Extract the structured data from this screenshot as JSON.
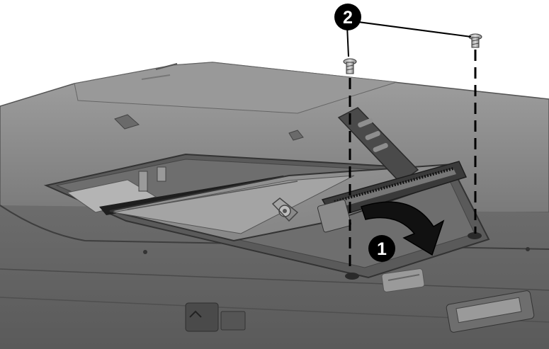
{
  "figure": {
    "callouts": [
      {
        "id": "1",
        "label": "1"
      },
      {
        "id": "2",
        "label": "2"
      }
    ],
    "colors": {
      "background": "#ffffff",
      "laptop_body": "#8c8c8c",
      "laptop_shadow": "#4a4a4a",
      "callout_fill": "#000000",
      "callout_text": "#ffffff",
      "guide_line": "#000000"
    },
    "icons": [
      "screw-icon",
      "curved-arrow-icon",
      "connector-icon"
    ]
  }
}
